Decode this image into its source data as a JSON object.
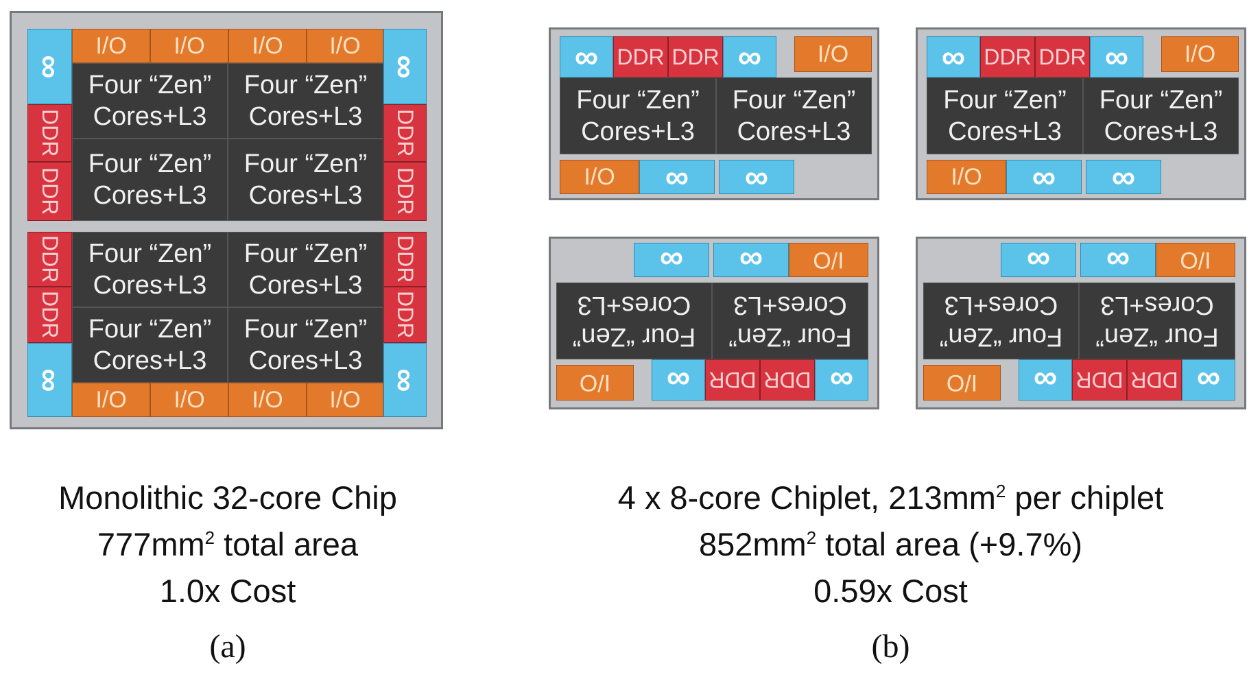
{
  "blocks": {
    "io": "I/O",
    "ddr": "DDR",
    "infinity": "∞",
    "core_line1": "Four “Zen”",
    "core_line2": "Cores+L3"
  },
  "captions": {
    "a": {
      "line1": "Monolithic 32-core Chip",
      "line2_value": "777mm",
      "line2_sup": "2",
      "line2_rest": " total area",
      "line3": "1.0x Cost",
      "label": "(a)"
    },
    "b": {
      "line1_pre": "4 x 8-core Chiplet, 213mm",
      "line1_sup": "2",
      "line1_post": " per chiplet",
      "line2_value": "852mm",
      "line2_sup": "2",
      "line2_rest": " total area (+9.7%)",
      "line3": "0.59x Cost",
      "label": "(b)"
    }
  },
  "colors": {
    "io": "#e37a2b",
    "ddr": "#d7343f",
    "infinity_fabric": "#5bc3ea",
    "core": "#3a3a3b",
    "package": "#c2c4c8"
  }
}
